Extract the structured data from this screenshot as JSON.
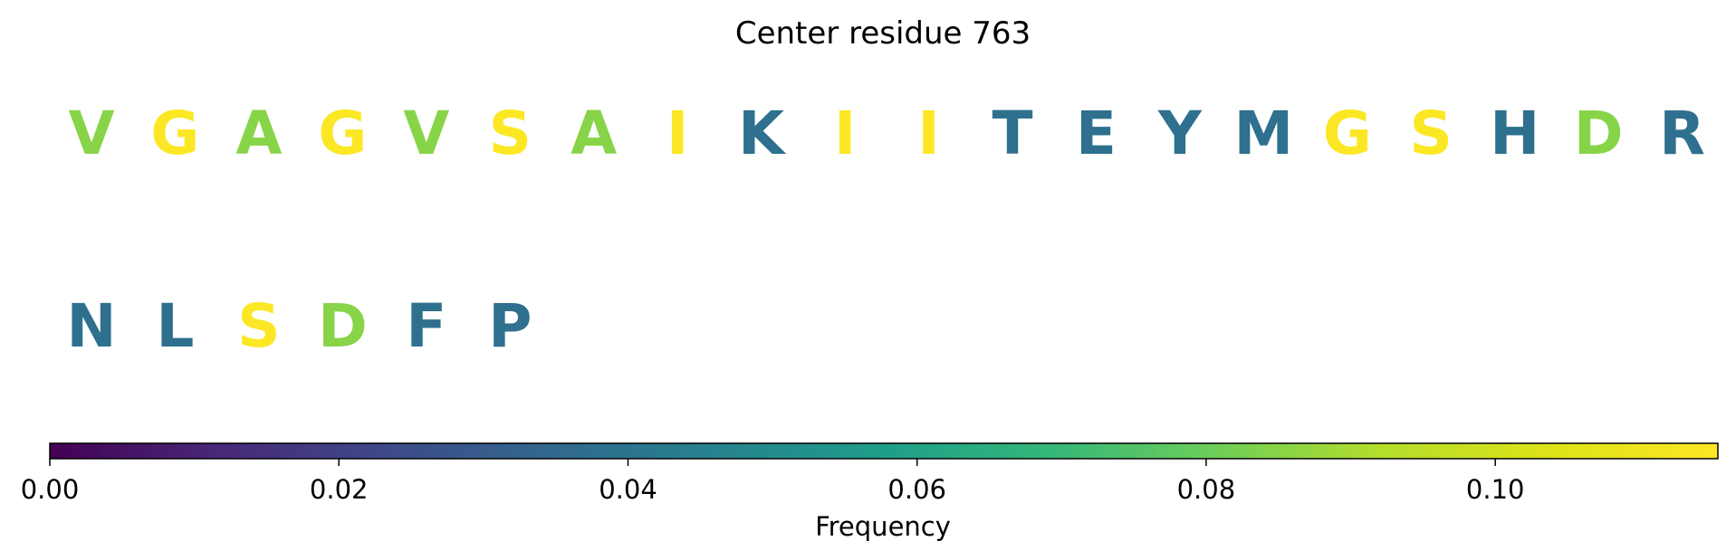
{
  "chart_data": {
    "type": "sequence-logo",
    "title": "Center residue 763",
    "residues": [
      {
        "letter": "V",
        "frequency": 0.085
      },
      {
        "letter": "G",
        "frequency": 0.115
      },
      {
        "letter": "A",
        "frequency": 0.085
      },
      {
        "letter": "G",
        "frequency": 0.115
      },
      {
        "letter": "V",
        "frequency": 0.085
      },
      {
        "letter": "S",
        "frequency": 0.115
      },
      {
        "letter": "A",
        "frequency": 0.085
      },
      {
        "letter": "I",
        "frequency": 0.115
      },
      {
        "letter": "K",
        "frequency": 0.038
      },
      {
        "letter": "I",
        "frequency": 0.115
      },
      {
        "letter": "I",
        "frequency": 0.115
      },
      {
        "letter": "T",
        "frequency": 0.038
      },
      {
        "letter": "E",
        "frequency": 0.038
      },
      {
        "letter": "Y",
        "frequency": 0.038
      },
      {
        "letter": "M",
        "frequency": 0.038
      },
      {
        "letter": "G",
        "frequency": 0.115
      },
      {
        "letter": "S",
        "frequency": 0.115
      },
      {
        "letter": "H",
        "frequency": 0.038
      },
      {
        "letter": "D",
        "frequency": 0.085
      },
      {
        "letter": "R",
        "frequency": 0.038
      },
      {
        "letter": "N",
        "frequency": 0.038
      },
      {
        "letter": "L",
        "frequency": 0.038
      },
      {
        "letter": "S",
        "frequency": 0.115
      },
      {
        "letter": "D",
        "frequency": 0.085
      },
      {
        "letter": "F",
        "frequency": 0.038
      },
      {
        "letter": "P",
        "frequency": 0.038
      }
    ],
    "letters_per_row": 20,
    "colorbar": {
      "colormap": "viridis",
      "range": [
        0,
        0.1154
      ],
      "ticks": [
        0.0,
        0.02,
        0.04,
        0.06,
        0.08,
        0.1
      ],
      "tick_labels": [
        "0.00",
        "0.02",
        "0.04",
        "0.06",
        "0.08",
        "0.10"
      ],
      "label": "Frequency"
    }
  }
}
